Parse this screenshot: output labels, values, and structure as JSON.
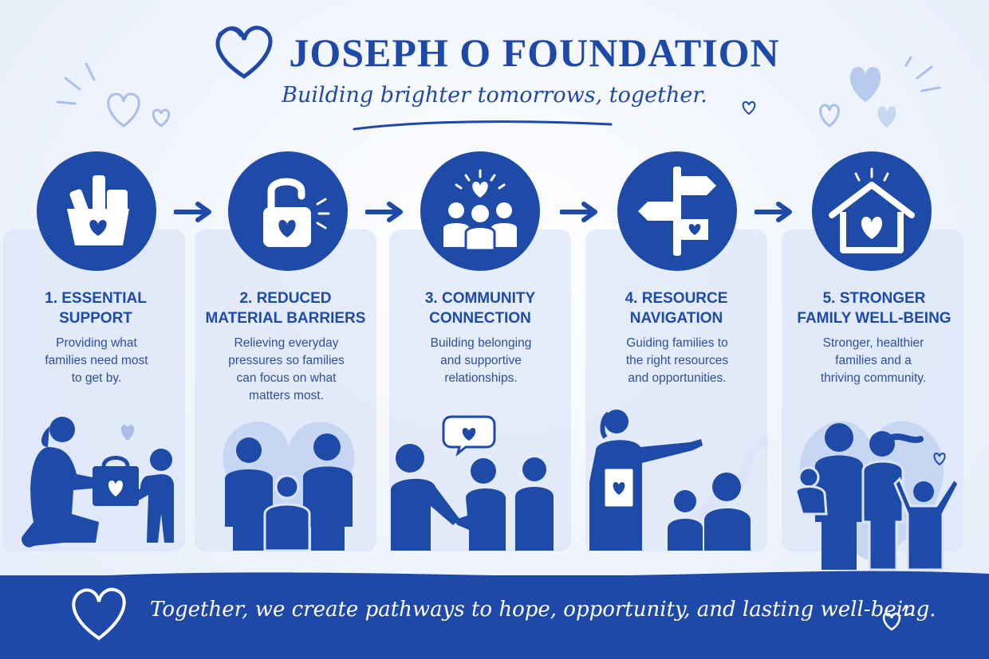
{
  "header": {
    "title": "JOSEPH O FOUNDATION",
    "tagline": "Building brighter tomorrows, together."
  },
  "colors": {
    "primary": "#1e4aa8",
    "light": "#dce6f8",
    "footer": "#1f49a8",
    "text_on_dark": "#ffffff"
  },
  "steps": [
    {
      "title": "1. ESSENTIAL\nSUPPORT",
      "description": "Providing what\nfamilies need most\nto get by.",
      "icon": "supply-box-icon"
    },
    {
      "title": "2. REDUCED\nMATERIAL BARRIERS",
      "description": "Relieving everyday\npressures so families\ncan focus on what\nmatters most.",
      "icon": "unlocked-padlock-icon"
    },
    {
      "title": "3. COMMUNITY\nCONNECTION",
      "description": "Building belonging\nand supportive\nrelationships.",
      "icon": "community-group-icon"
    },
    {
      "title": "4. RESOURCE\nNAVIGATION",
      "description": "Guiding families to\nthe right resources\nand opportunities.",
      "icon": "signpost-icon"
    },
    {
      "title": "5. STRONGER\nFAMILY WELL-BEING",
      "description": "Stronger, healthier\nfamilies and a\nthriving community.",
      "icon": "home-heart-icon"
    }
  ],
  "footer": {
    "text": "Together, we create pathways to hope, opportunity, and lasting well-being."
  }
}
